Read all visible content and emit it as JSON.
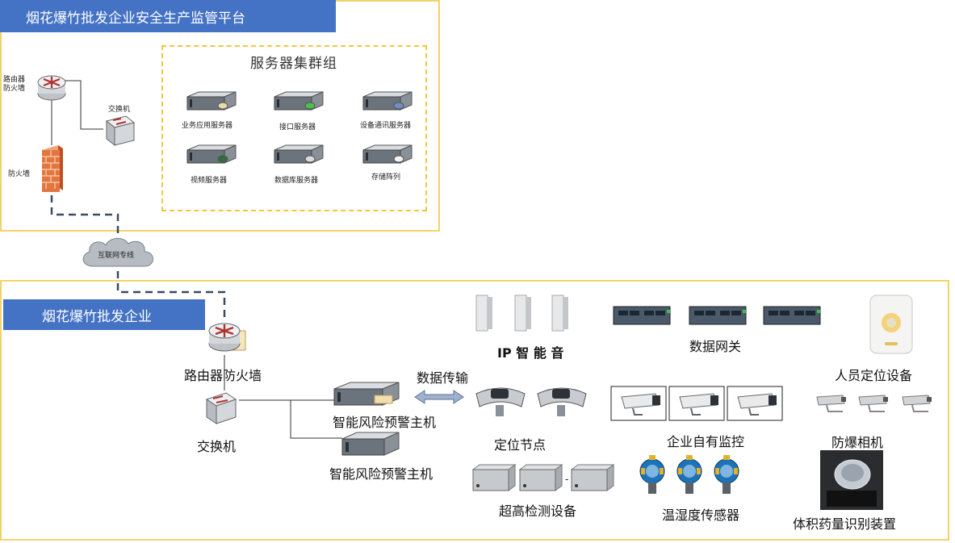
{
  "platform": {
    "title": "烟花爆竹批发企业安全生产监管平台",
    "router_label": "路由器\n防火墙",
    "router_label_l1": "路由器",
    "router_label_l2": "防火墙",
    "switch_label": "交换机",
    "firewall_label": "防火墙",
    "cluster": {
      "title": "服务器集群组",
      "servers": [
        {
          "label": "业务应用服务器"
        },
        {
          "label": "接口服务器"
        },
        {
          "label": "设备通讯服务器"
        },
        {
          "label": "视频服务器"
        },
        {
          "label": "数据库服务器"
        },
        {
          "label": "存储阵列"
        }
      ]
    }
  },
  "cloud_label": "互联网专线",
  "enterprise": {
    "title": "烟花爆竹批发企业",
    "router_label": "路由器防火墙",
    "switch_label": "交换机",
    "host1_label": "智能风险预警主机",
    "host2_label": "智能风险预警主机",
    "transfer_label": "数据传输",
    "ip_speaker_label": "IP 智 能 音",
    "gateway_label": "数据网关",
    "personnel_label": "人员定位设备",
    "node_label": "定位节点",
    "cctv_label": "企业自有监控",
    "explosion_cam_label": "防爆相机",
    "uhf_label": "超高检测设备",
    "sensor_label": "温湿度传感器",
    "volume_label": "体积药量识别装置"
  },
  "colors": {
    "frame": "#f2d36a",
    "title_bar": "#4472c4",
    "dash": "#f3c63d",
    "link": "#3a4a63"
  }
}
